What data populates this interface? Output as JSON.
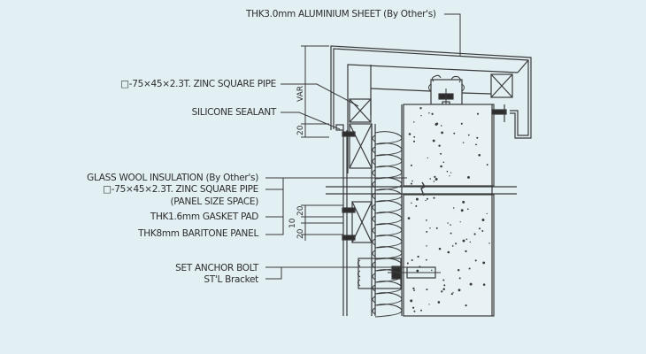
{
  "diagram": {
    "title": "Wall panel section detail",
    "background_color": "#e2eff3",
    "line_color": "#3a3a3a",
    "labels": {
      "aluminium_sheet": "THK3.0mm ALUMINIUM SHEET (By Other's)",
      "zinc_pipe_top": "□-75×45×2.3T. ZINC SQUARE PIPE",
      "silicone_sealant": "SILICONE SEALANT",
      "glass_wool": "GLASS WOOL INSULATION (By Other's)",
      "zinc_pipe_mid": "□-75×45×2.3T. ZINC SQUARE PIPE",
      "panel_size_space": "(PANEL SIZE SPACE)",
      "gasket_pad": "THK1.6mm GASKET PAD",
      "baritone_panel": "THK8mm BARITONE PANEL",
      "anchor_bolt": "SET ANCHOR BOLT",
      "stl_bracket": "ST'L Bracket"
    },
    "dimensions": {
      "var": "VAR",
      "top_20": "20",
      "mid_20a": "20",
      "mid_10": "10",
      "mid_20b": "20"
    }
  }
}
